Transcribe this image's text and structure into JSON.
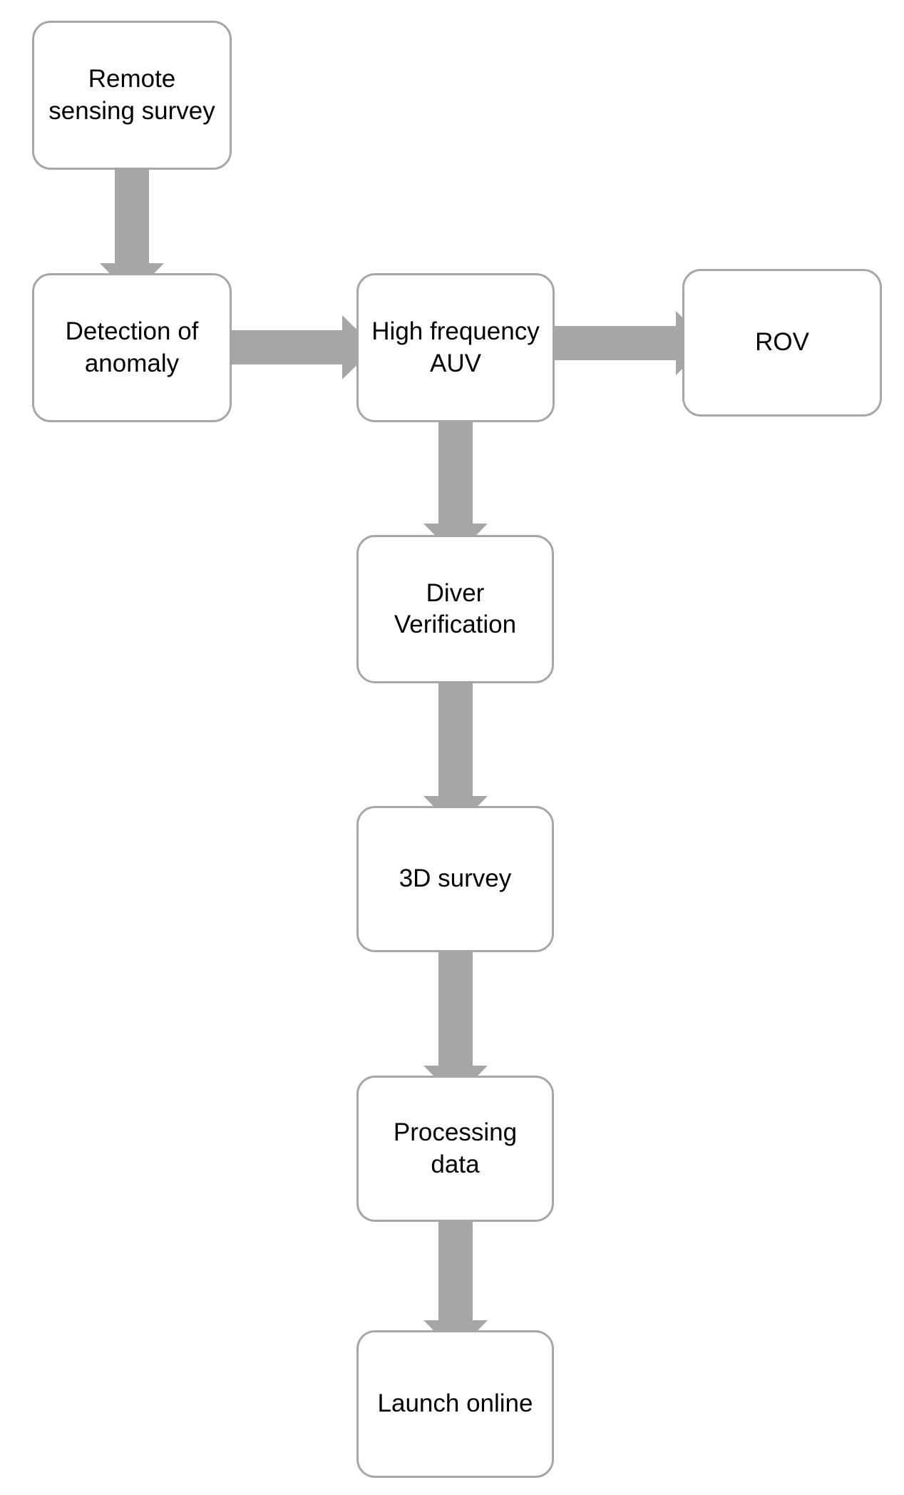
{
  "diagram": {
    "type": "flowchart",
    "colors": {
      "box_fill": "#ffffff",
      "box_border": "#a6a6a6",
      "arrow": "#a6a6a6",
      "text": "#000000"
    },
    "nodes": [
      {
        "id": "remote-sensing-survey",
        "label": "Remote\nsensing survey"
      },
      {
        "id": "detection-of-anomaly",
        "label": "Detection of\nanomaly"
      },
      {
        "id": "high-frequency-auv",
        "label": "High frequency\nAUV"
      },
      {
        "id": "rov",
        "label": "ROV"
      },
      {
        "id": "diver-verification",
        "label": "Diver\nVerification"
      },
      {
        "id": "3d-survey",
        "label": "3D survey"
      },
      {
        "id": "processing-data",
        "label": "Processing\ndata"
      },
      {
        "id": "launch-online",
        "label": "Launch online"
      }
    ],
    "edges": [
      {
        "from": "remote-sensing-survey",
        "to": "detection-of-anomaly",
        "direction": "down"
      },
      {
        "from": "detection-of-anomaly",
        "to": "high-frequency-auv",
        "direction": "right"
      },
      {
        "from": "high-frequency-auv",
        "to": "rov",
        "direction": "right"
      },
      {
        "from": "high-frequency-auv",
        "to": "diver-verification",
        "direction": "down"
      },
      {
        "from": "diver-verification",
        "to": "3d-survey",
        "direction": "down"
      },
      {
        "from": "3d-survey",
        "to": "processing-data",
        "direction": "down"
      },
      {
        "from": "processing-data",
        "to": "launch-online",
        "direction": "down"
      }
    ]
  }
}
